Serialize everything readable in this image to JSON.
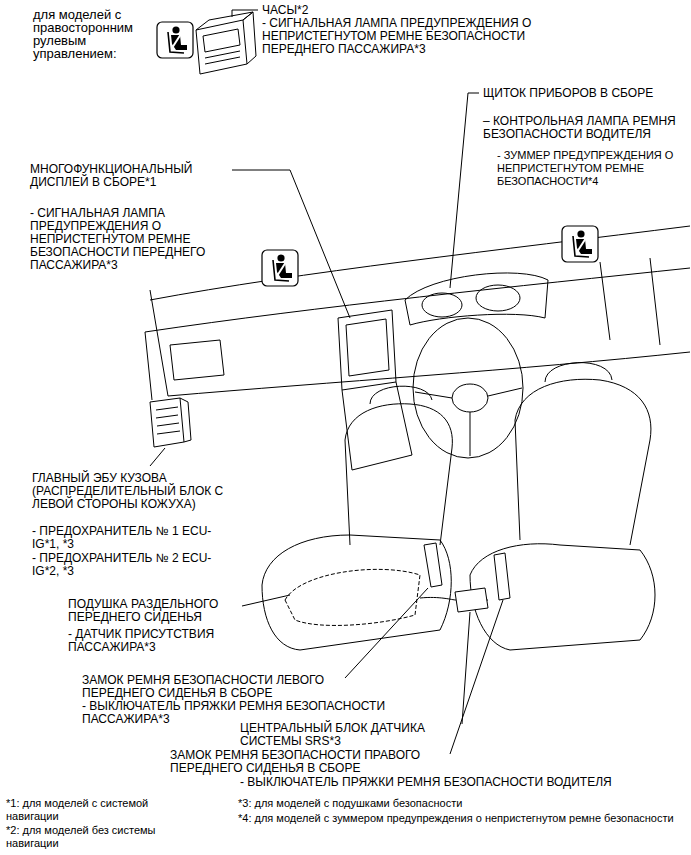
{
  "diagram": {
    "labels": [
      "для моделей с правосторонним рулевым управлением:",
      "ЧАСЫ*2",
      "- СИГНАЛЬНАЯ ЛАМПА ПРЕДУПРЕЖДЕНИЯ О НЕПРИСТЕГНУТОМ РЕМНЕ БЕЗОПАСНОСТИ ПЕРЕДНЕГО ПАССАЖИРА*3",
      "ЩИТОК ПРИБОРОВ В СБОРЕ",
      "– КОНТРОЛЬНАЯ ЛАМПА РЕМНЯ БЕЗОПАСНОСТИ ВОДИТЕЛЯ",
      "- ЗУММЕР ПРЕДУПРЕЖДЕНИЯ О НЕПРИСТЕГНУТОМ РЕМНЕ БЕЗОПАСНОСТИ*4",
      "МНОГОФУНКЦИОНАЛЬНЫЙ ДИСПЛЕЙ В СБОРЕ*1",
      "- СИГНАЛЬНАЯ ЛАМПА ПРЕДУПРЕЖДЕНИЯ О НЕПРИСТЕГНУТОМ РЕМНЕ БЕЗОПАСНОСТИ ПЕРЕДНЕГО ПАССАЖИРА*3",
      "ГЛАВНЫЙ ЭБУ КУЗОВА (РАСПРЕДЕЛИТЕЛЬНЫЙ БЛОК С ЛЕВОЙ СТОРОНЫ КОЖУХА)",
      "- ПРЕДОХРАНИТЕЛЬ № 1 ECU-IG*1, *3",
      "- ПРЕДОХРАНИТЕЛЬ № 2 ECU-IG*2, *3",
      "ПОДУШКА РАЗДЕЛЬНОГО ПЕРЕДНЕГО СИДЕНЬЯ",
      "- ДАТЧИК ПРИСУТСТВИЯ ПАССАЖИРА*3",
      "ЗАМОК РЕМНЯ БЕЗОПАСНОСТИ ЛЕВОГО ПЕРЕДНЕГО СИДЕНЬЯ В СБОРЕ",
      "- ВЫКЛЮЧАТЕЛЬ ПРЯЖКИ РЕМНЯ БЕЗОПАСНОСТИ ПАССАЖИРА*3",
      "ЦЕНТРАЛЬНЫЙ БЛОК ДАТЧИКА СИСТЕМЫ SRS*3",
      "ЗАМОК РЕМНЯ БЕЗОПАСНОСТИ ПРАВОГО ПЕРЕДНЕГО СИДЕНЬЯ В СБОРЕ",
      "- ВЫКЛЮЧАТЕЛЬ ПРЯЖКИ РЕМНЯ БЕЗОПАСНОСТИ ВОДИТЕЛЯ",
      "*1: для моделей с системой навигации",
      "*2: для моделей без системы навигации",
      "*3: для моделей с подушками безопасности",
      "*4: для моделей с зуммером предупреждения о непристегнутом ремне безопасности"
    ]
  }
}
